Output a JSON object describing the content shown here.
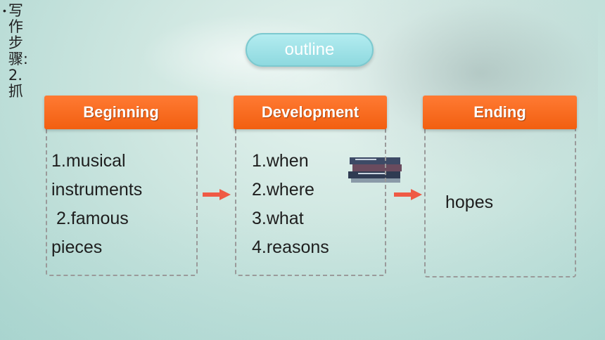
{
  "side_note": {
    "bullet": "•",
    "text": "写作步骤:2.抓"
  },
  "outline_label": "outline",
  "columns": [
    {
      "header": "Beginning",
      "items": [
        "1.musical",
        "instruments",
        " 2.famous",
        "pieces"
      ]
    },
    {
      "header": "Development",
      "items": [
        "1.when",
        "2.where",
        "3.what",
        "4.reasons"
      ]
    },
    {
      "header": "Ending",
      "items": [
        "hopes"
      ]
    }
  ],
  "colors": {
    "header_orange": "#f25f10",
    "pill_cyan": "#8ed9df",
    "arrow_red": "#ef5a45"
  }
}
